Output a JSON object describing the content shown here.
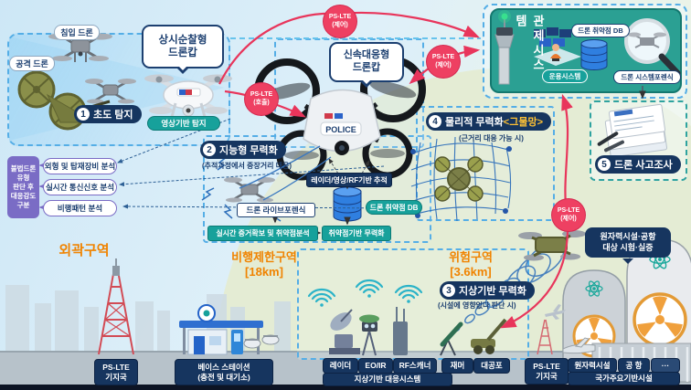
{
  "diagram": {
    "intrusion": {
      "intruder_label": "침입 드론",
      "attacker_label": "공격 드론"
    },
    "patrol": {
      "title1": "상시순찰형",
      "title2": "드론캅",
      "detect": "영상기반 탐지"
    },
    "rapid": {
      "title1": "신속대응형",
      "title2": "드론캅",
      "police": "POLICE"
    },
    "steps": {
      "s1": {
        "num": "1",
        "label": "초도 탐지"
      },
      "s2": {
        "num": "2",
        "label": "지능형 무력화",
        "sub": "(추적과정에서 중장거리 대응)"
      },
      "s3": {
        "num": "3",
        "label": "지상기반 무력화",
        "sub": "(시설에 영향없다 판단 시)"
      },
      "s4": {
        "num": "4",
        "label": "물리적 무력화",
        "accent": "<그물망>",
        "sub": "(근거리 대응 가능 시)"
      },
      "s5": {
        "num": "5",
        "label": "드론 사고조사"
      }
    },
    "pslte_badges": {
      "top": {
        "l1": "PS-LTE",
        "l2": "(제어)"
      },
      "call": {
        "l1": "PS-LTE",
        "l2": "(호출)"
      },
      "mid": {
        "l1": "PS-LTE",
        "l2": "(제어)"
      },
      "down": {
        "l1": "PS-LTE",
        "l2": "(제어)"
      }
    },
    "control": {
      "title": "관제시스템",
      "vuln_db": "드론 취약점 DB",
      "ops": "운용시스템",
      "forensics": "드론 시스템포렌식"
    },
    "intelligent": {
      "live_forensics": "드론 라이브포렌식",
      "evidence": "실시간 증거확보 및 취약점분석",
      "tracking": "레이더/영상/RF기반 추적",
      "vuln_db": "드론 취약점 DB",
      "neutralize": "취약점기반 무력화"
    },
    "classify": {
      "r1": "불법드론",
      "r2": "유형",
      "r3": "판단 후",
      "r4": "대응강도",
      "r5": "구분",
      "items": [
        "외형 및 탑재장비 분석",
        "실시간 통신신호 분석",
        "비행패턴 분석"
      ]
    },
    "zones": {
      "outer": "외곽구역",
      "restricted1": "비행제한구역",
      "restricted2": "[18km]",
      "danger1": "위험구역",
      "danger2": "[3.6km]"
    },
    "test": {
      "l1": "원자력시설·공항",
      "l2": "대상 시험·실증"
    },
    "ground": {
      "pslte1_1": "PS-LTE",
      "pslte1_2": "기지국",
      "base1": "베이스 스테이션",
      "base2": "(충전 및 대기소)",
      "equip": [
        "레이더",
        "EO/IR",
        "RF스캐너",
        "재머",
        "대공포"
      ],
      "system": "지상기반 대응시스템",
      "pslte2_1": "PS-LTE",
      "pslte2_2": "기지국",
      "fac": [
        "원자력시설",
        "공 항",
        "···"
      ],
      "fac_label": "국가주요기반시설"
    },
    "colors": {
      "navy": "#16355f",
      "teal": "#17a19b",
      "red_line": "#e8355b",
      "pslte_red": "#ee4062",
      "orange": "#f08300",
      "purple": "#7a6cc5",
      "dash_blue": "#55aee6",
      "hill_green": "#e4ecd4"
    }
  }
}
